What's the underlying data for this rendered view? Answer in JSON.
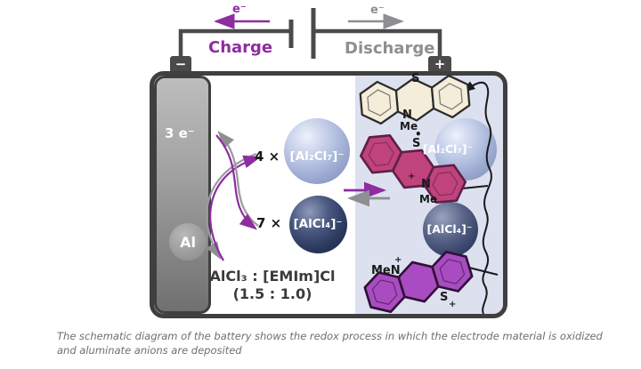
{
  "colors": {
    "charge_purple": "#8d2da0",
    "discharge_gray": "#8e8e93",
    "outline_dark": "#3f3f3f",
    "panel_lavender": "#dce0ef",
    "neutral_ring_fill": "#f3edda",
    "radical_ring_fill": "#c0437c",
    "dication_ring_fill": "#a94cc1",
    "sphere_light_blue": "#9fadd4",
    "sphere_dark_navy": "#2c3a60"
  },
  "circuit": {
    "charge_electron": "e⁻",
    "charge_label": "Charge",
    "discharge_electron": "e⁻",
    "discharge_label": "Discharge",
    "minus_terminal": "−",
    "plus_terminal": "+"
  },
  "anode": {
    "electrons_label": "3 e⁻",
    "metal_label": "Al"
  },
  "reaction": {
    "top_count": "4 ×",
    "top_species": "[Al₂Cl₇]⁻",
    "bottom_count": "7 ×",
    "bottom_species": "[AlCl₄]⁻"
  },
  "electrolyte": {
    "line1": "AlCl₃ : [EMIm]Cl",
    "line2": "(1.5 : 1.0)"
  },
  "cathode": {
    "neutral": {
      "s": "S",
      "n": "N",
      "me": "Me"
    },
    "radical": {
      "dot": "•",
      "s": "S",
      "plus": "+",
      "n": "N",
      "me": "Me"
    },
    "anion_large": "[Al₂Cl₇]⁻",
    "anion_small": "[AlCl₄]⁻",
    "dication": {
      "men": "MeN",
      "plus_n": "+",
      "s": "S",
      "plus_s": "+"
    }
  },
  "caption": {
    "line1": "The schematic diagram of the battery shows the redox process in which the electrode material is oxidized",
    "line2": "and aluminate anions are deposited"
  }
}
